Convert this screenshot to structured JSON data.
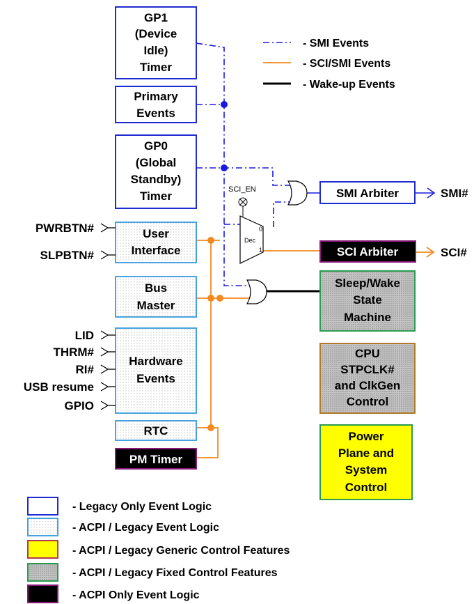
{
  "colors": {
    "legacy_border": "#1f2bd0",
    "acpi_border": "#4aa3df",
    "smi_line": "#1818e0",
    "sci_line": "#f28a1e",
    "wake_line": "#000000",
    "generic_fill": "#ffff00",
    "generic_border": "#b03a50",
    "fixed_border": "#2a9a50",
    "fixed_fill": "#bdbdbd",
    "acpi_only_fill": "#000000",
    "acpi_only_border": "#8a1a7a"
  },
  "boxes": {
    "gp1": [
      "GP1",
      "(Device",
      "Idle)",
      "Timer"
    ],
    "primary": [
      "Primary",
      "Events"
    ],
    "gp0": [
      "GP0",
      "(Global",
      "Standby)",
      "Timer"
    ],
    "user_interface": [
      "User",
      "Interface"
    ],
    "bus_master": [
      "Bus",
      "Master"
    ],
    "hardware_events": [
      "Hardware",
      "Events"
    ],
    "rtc": "RTC",
    "pm_timer": "PM Timer",
    "smi_arbiter": "SMI Arbiter",
    "sci_arbiter": "SCI Arbiter",
    "sleep_wake": [
      "Sleep/Wake",
      "State",
      "Machine"
    ],
    "cpu": [
      "CPU",
      "STPCLK#",
      "and ClkGen",
      "Control"
    ],
    "power": [
      "Power",
      "Plane and",
      "System",
      "Control"
    ]
  },
  "inputs": {
    "pwrbtn": "PWRBTN#",
    "slpbtn": "SLPBTN#",
    "lid": "LID",
    "thrm": "THRM#",
    "ri": "RI#",
    "usb": "USB resume",
    "gpio": "GPIO"
  },
  "outputs": {
    "smi": "SMI#",
    "sci": "SCI#"
  },
  "decoder": {
    "enable": "SCI_EN",
    "label": "Dec",
    "in0": "0",
    "in1": "1"
  },
  "line_legend": [
    "- SMI Events",
    "- SCI/SMI Events",
    "- Wake-up Events"
  ],
  "box_legend": [
    "- Legacy Only  Event Logic",
    "- ACPI / Legacy Event Logic",
    "- ACPI / Legacy Generic Control Features",
    "- ACPI / Legacy Fixed Control Features",
    "- ACPI Only Event Logic"
  ]
}
